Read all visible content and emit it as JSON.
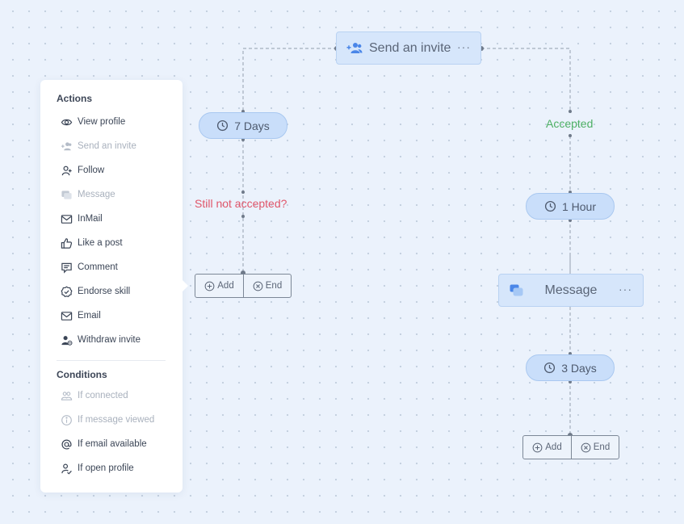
{
  "panel": {
    "actions_title": "Actions",
    "actions": [
      {
        "label": "View profile",
        "icon": "eye-icon",
        "enabled": true
      },
      {
        "label": "Send an invite",
        "icon": "user-plus-icon",
        "enabled": false
      },
      {
        "label": "Follow",
        "icon": "user-icon",
        "enabled": true
      },
      {
        "label": "Message",
        "icon": "message-icon",
        "enabled": false
      },
      {
        "label": "InMail",
        "icon": "mail-icon",
        "enabled": true
      },
      {
        "label": "Like a post",
        "icon": "thumbs-up-icon",
        "enabled": true
      },
      {
        "label": "Comment",
        "icon": "comment-icon",
        "enabled": true
      },
      {
        "label": "Endorse skill",
        "icon": "badge-check-icon",
        "enabled": true
      },
      {
        "label": "Email",
        "icon": "mail-icon",
        "enabled": true
      },
      {
        "label": "Withdraw invite",
        "icon": "user-withdraw-icon",
        "enabled": true
      }
    ],
    "conditions_title": "Conditions",
    "conditions": [
      {
        "label": "If connected",
        "icon": "connected-icon",
        "enabled": false
      },
      {
        "label": "If message viewed",
        "icon": "info-icon",
        "enabled": false
      },
      {
        "label": "If email available",
        "icon": "at-icon",
        "enabled": true
      },
      {
        "label": "If open profile",
        "icon": "user-check-icon",
        "enabled": true
      }
    ]
  },
  "flow": {
    "send_invite": "Send an invite",
    "more": "···",
    "wait_left": "7 Days",
    "not_accepted": "Still not accepted?",
    "accepted": "Accepted",
    "wait_hour": "1 Hour",
    "message": "Message",
    "wait_right": "3 Days",
    "add": "Add",
    "end": "End"
  },
  "colors": {
    "accent_blue": "#4a86e8",
    "accepted_green": "#4caf63",
    "not_accepted_red": "#e0566a"
  }
}
